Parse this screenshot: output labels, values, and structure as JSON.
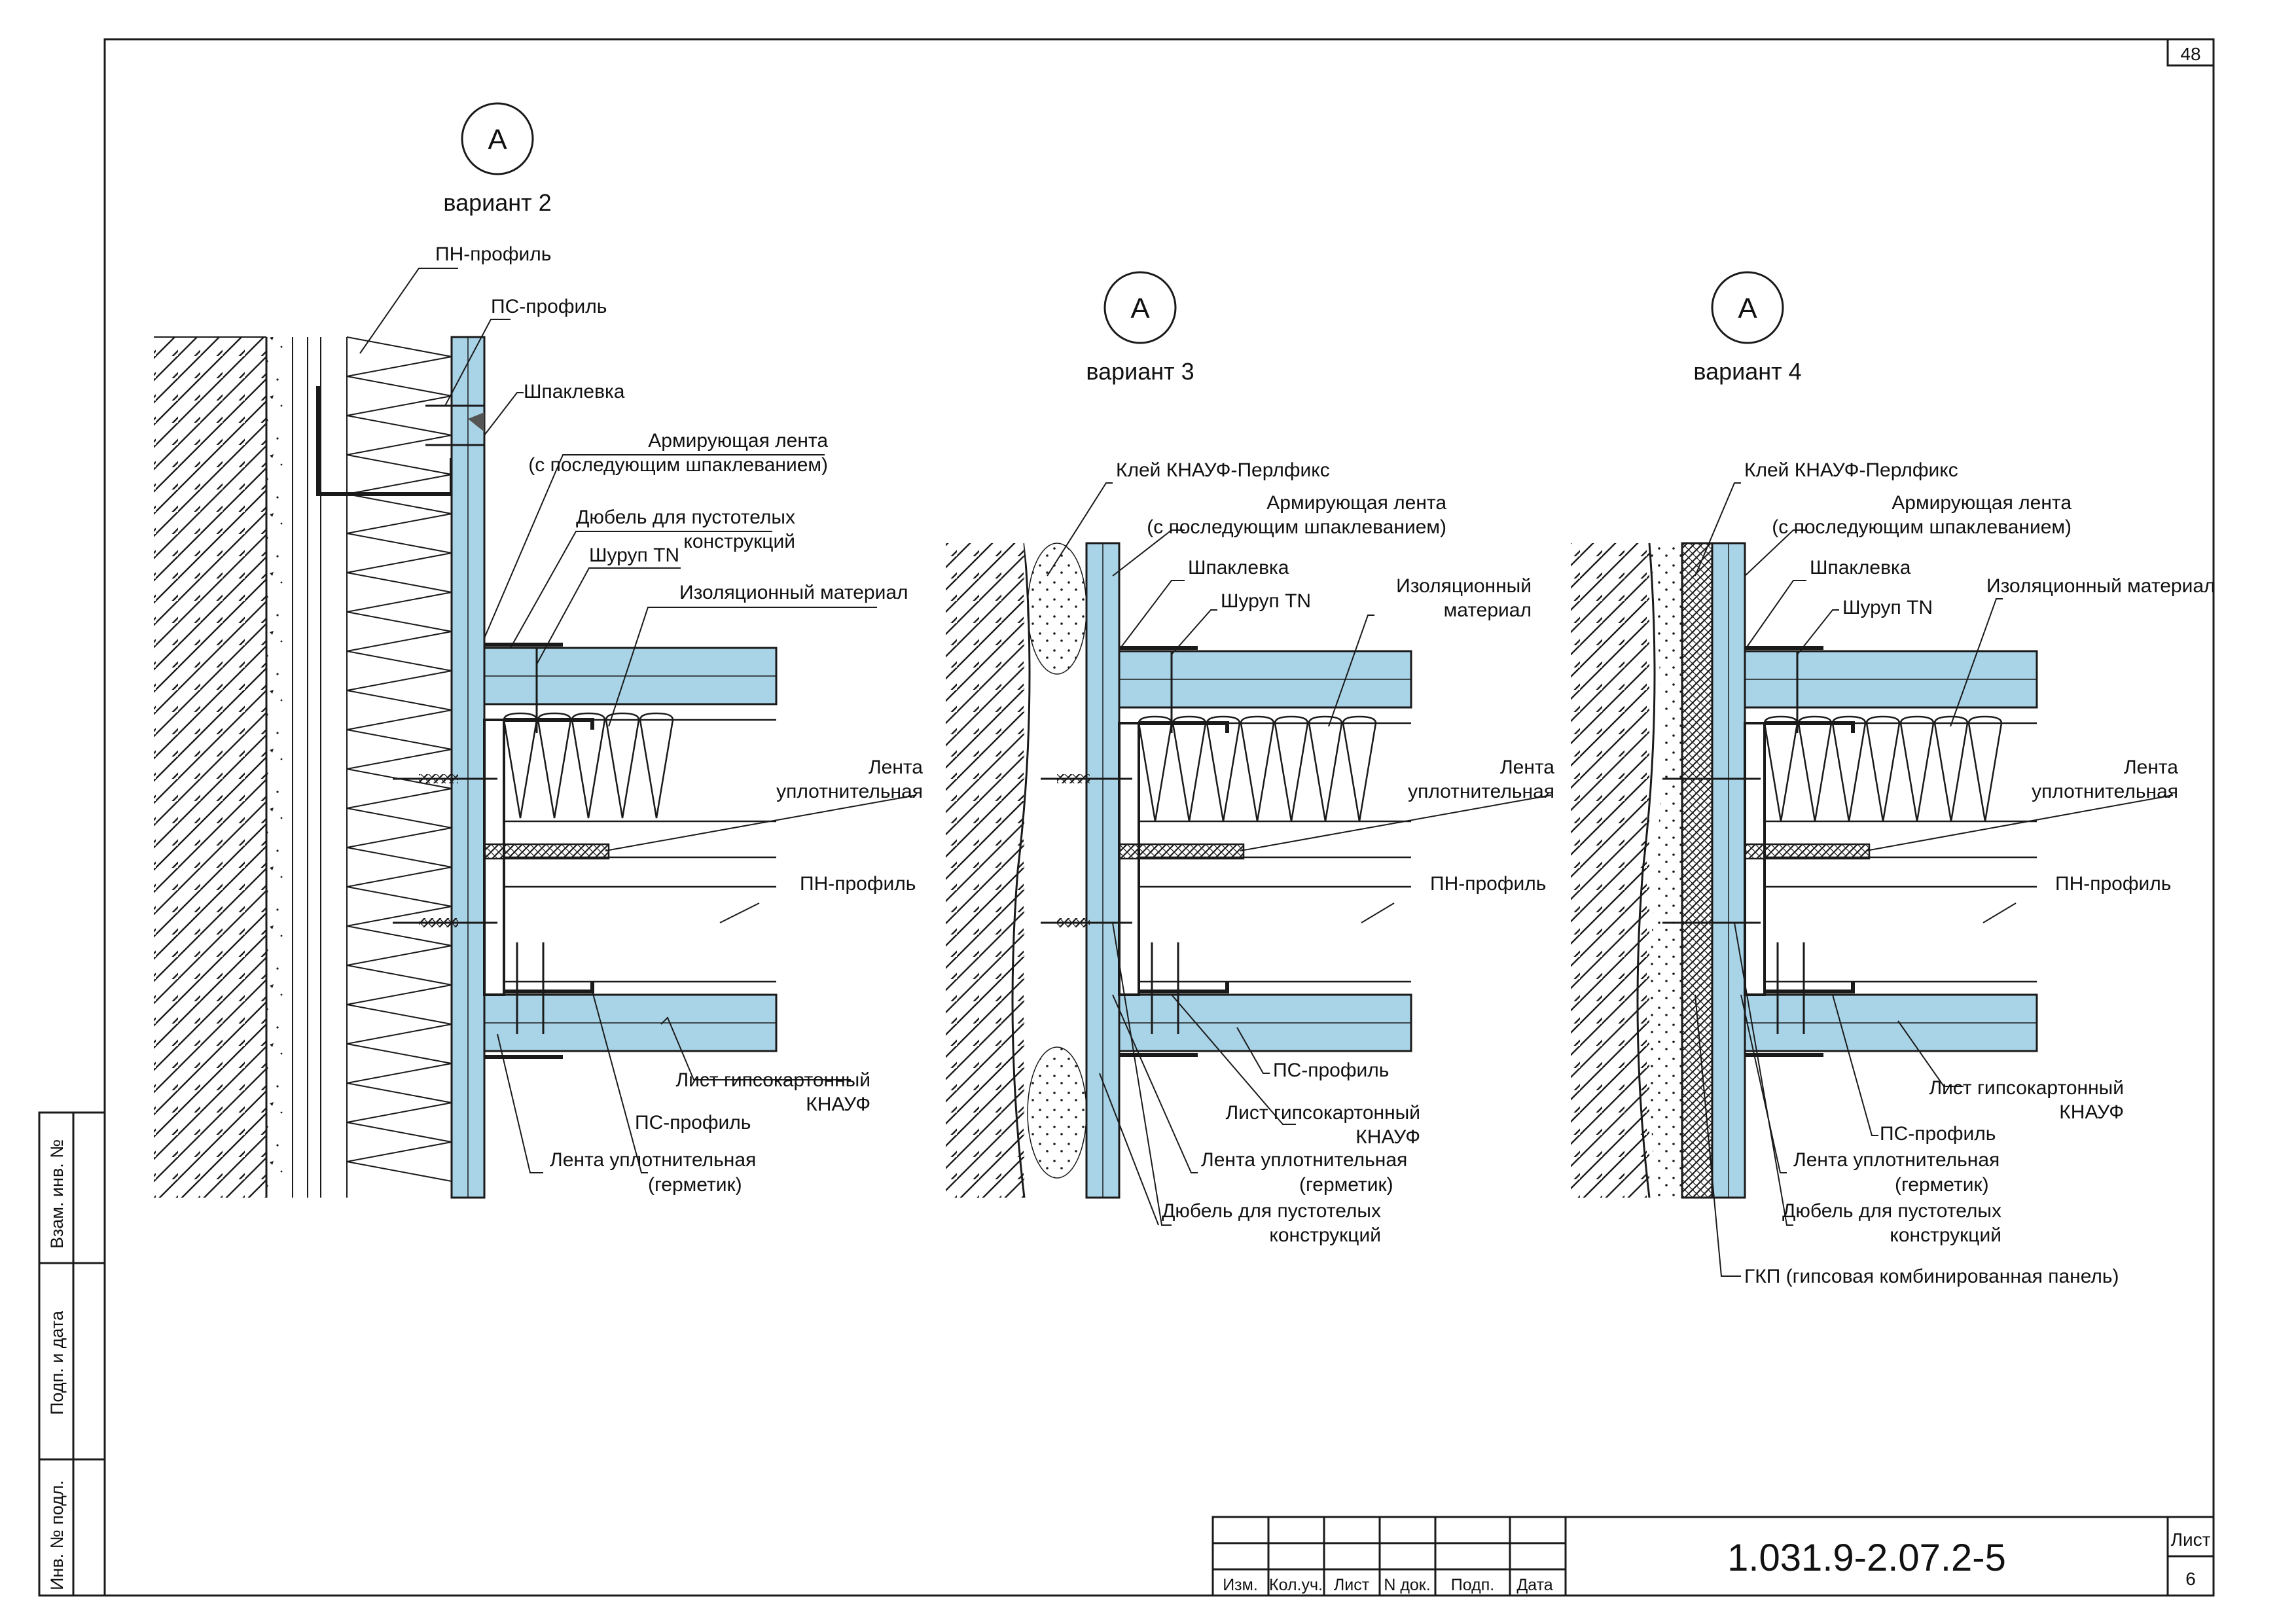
{
  "page_number": "48",
  "drawing_code": "1.031.9-2.07.2-5",
  "sheet": {
    "label": "Лист",
    "value": "6"
  },
  "title_block_headers": [
    "Изм.",
    "Кол.уч.",
    "Лист",
    "N док.",
    "Подп.",
    "Дата"
  ],
  "side_stamp": [
    "Взам. инв. №",
    "Подп. и дата",
    "Инв. № подл."
  ],
  "colors": {
    "board": "#a9d3e6",
    "line": "#1a1a1a"
  },
  "variant2": {
    "marker": "А",
    "caption": "вариант 2",
    "labels": {
      "pn_top": "ПН-профиль",
      "ps_top": "ПС-профиль",
      "putty": "Шпаклевка",
      "tape_1": "Армирующая лента",
      "tape_2": "(с последующим шпаклеванием)",
      "dowel_1": "Дюбель для пустотелых",
      "dowel_2": "конструкций",
      "screw": "Шуруп TN",
      "insulation": "Изоляционный материал",
      "seal_1": "Лента",
      "seal_2": "уплотнительная",
      "pn_mid": "ПН-профиль",
      "board_1": "Лист гипсокартонный",
      "board_2": "КНАУФ",
      "ps_bottom": "ПС-профиль",
      "seal_bottom_1": "Лента уплотнительная",
      "seal_bottom_2": "(герметик)"
    }
  },
  "variant3": {
    "marker": "А",
    "caption": "вариант 3",
    "labels": {
      "glue": "Клей КНАУФ-Перлфикс",
      "tape_1": "Армирующая лента",
      "tape_2": "(с последующим шпаклеванием)",
      "putty": "Шпаклевка",
      "screw": "Шуруп TN",
      "insulation_1": "Изоляционный",
      "insulation_2": "материал",
      "seal_1": "Лента",
      "seal_2": "уплотнительная",
      "pn": "ПН-профиль",
      "ps": "ПС-профиль",
      "board_1": "Лист гипсокартонный",
      "board_2": "КНАУФ",
      "seal_bottom_1": "Лента уплотнительная",
      "seal_bottom_2": "(герметик)",
      "dowel_1": "Дюбель для пустотелых",
      "dowel_2": "конструкций"
    }
  },
  "variant4": {
    "marker": "А",
    "caption": "вариант 4",
    "labels": {
      "glue": "Клей КНАУФ-Перлфикс",
      "tape_1": "Армирующая лента",
      "tape_2": "(с последующим шпаклеванием)",
      "putty": "Шпаклевка",
      "screw": "Шуруп TN",
      "insulation": "Изоляционный материал",
      "seal_1": "Лента",
      "seal_2": "уплотнительная",
      "pn": "ПН-профиль",
      "board_1": "Лист гипсокартонный",
      "board_2": "КНАУФ",
      "ps": "ПС-профиль",
      "seal_bottom_1": "Лента уплотнительная",
      "seal_bottom_2": "(герметик)",
      "dowel_1": "Дюбель для пустотелых",
      "dowel_2": "конструкций",
      "gkp": "ГКП (гипсовая комбинированная панель)"
    }
  }
}
